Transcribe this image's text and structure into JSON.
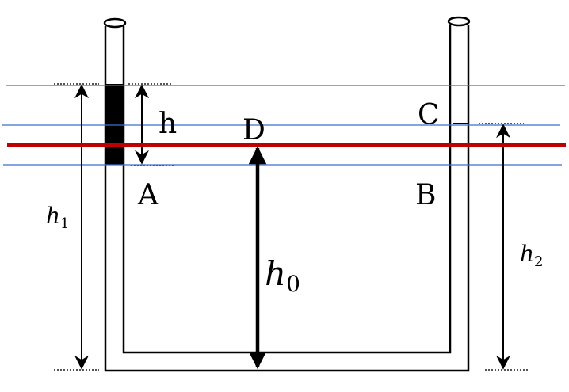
{
  "labels": {
    "h": "h",
    "D": "D",
    "A": "A",
    "B": "B",
    "C": "C",
    "h1": "h",
    "h1_sub": "1",
    "h0": "h",
    "h0_sub": "0",
    "h2": "h",
    "h2_sub": "2"
  },
  "colors": {
    "reference_line": "#c00000",
    "guide_lines": "#3a6fd0",
    "mercury": "#000000"
  }
}
